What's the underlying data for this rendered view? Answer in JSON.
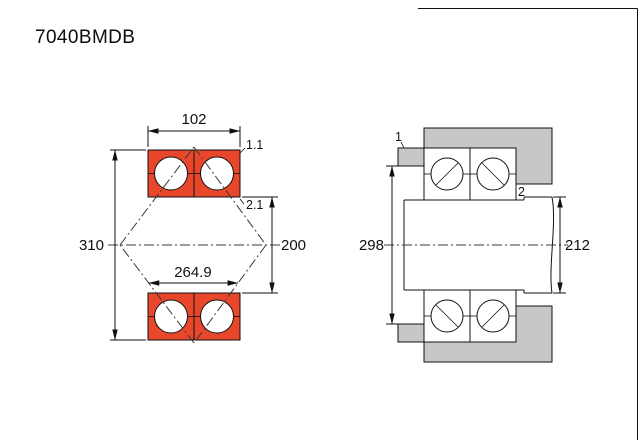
{
  "page": {
    "title": "7040BMDB"
  },
  "colors": {
    "bearing_ring_fill": "#e8472b",
    "housing_fill": "#c7c7c7",
    "line": "#111111"
  },
  "section_view": {
    "width_dim": "102",
    "outer_diameter_dim": "310",
    "bore_diameter_dim": "200",
    "center_distance_dim": "264.9",
    "outer_ring_chamfer_dim": "1.1",
    "inner_ring_chamfer_dim": "2.1"
  },
  "mounting_view": {
    "callout_1": "1",
    "callout_2": "2",
    "housing_abutment_dim": "298",
    "shaft_abutment_dim": "212"
  }
}
